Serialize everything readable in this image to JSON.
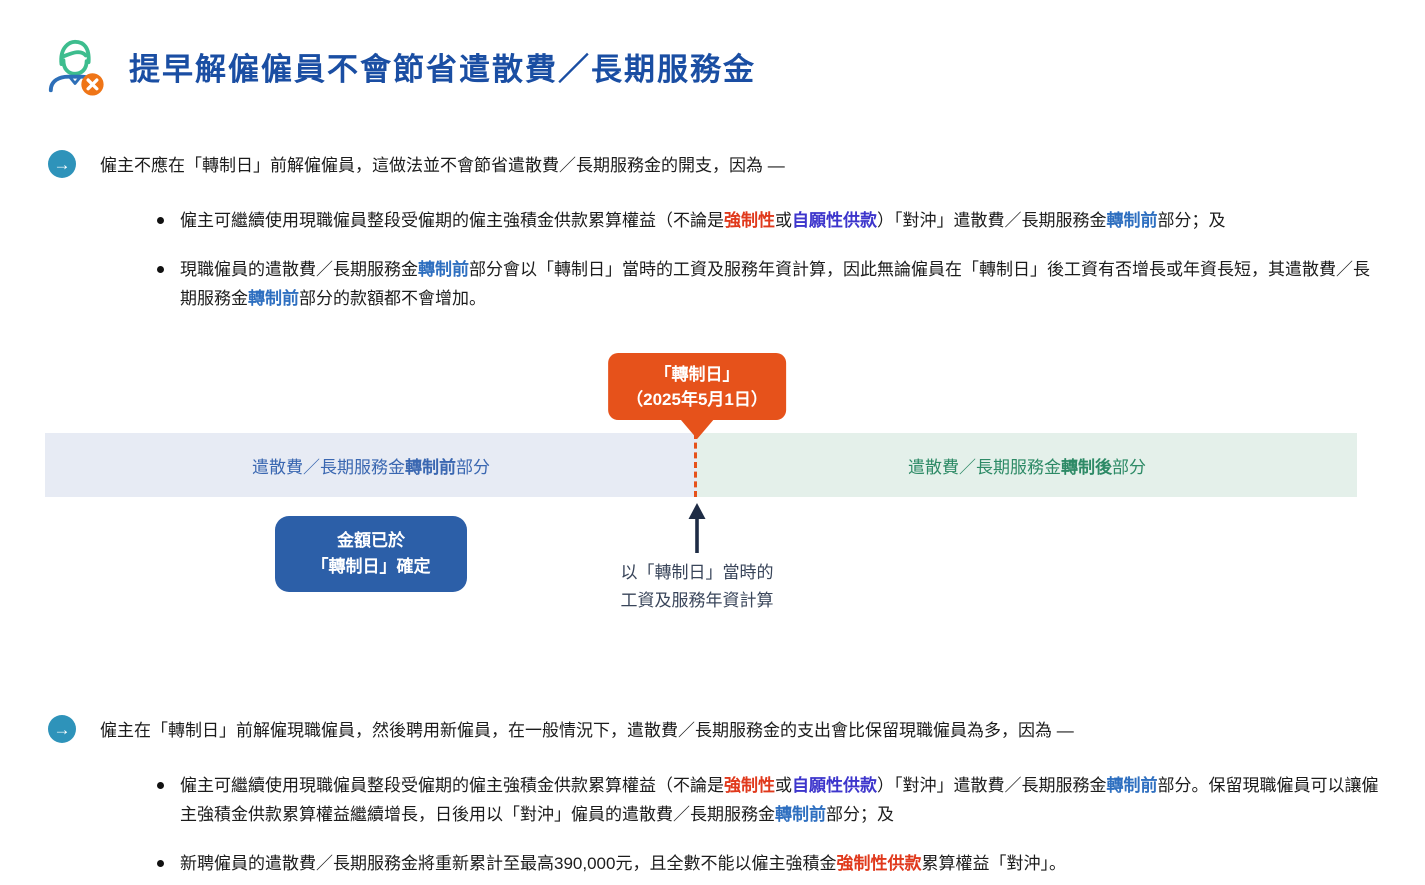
{
  "colors": {
    "heading_blue": "#1a4ea3",
    "accent_teal": "#2e93ba",
    "highlight_red": "#e0391c",
    "highlight_purple": "#3d35cc",
    "highlight_blue": "#2e6fc0",
    "callout_orange": "#e6521b",
    "amount_box_blue": "#2c5fa8",
    "band_pre_bg": "#e7ebf4",
    "band_post_bg": "#e4f0ea",
    "band_pre_text": "#3a67b1",
    "band_post_text": "#2d8a66"
  },
  "icons": {
    "header_icon": "terminated-employee-icon",
    "intro_icon": "arrow-right-circle-icon",
    "callout_pointer": "arrow-down-pointer-icon",
    "calc_arrow": "arrow-up-icon"
  },
  "header": {
    "title": "提早解僱僱員不會節省遣散費／長期服務金"
  },
  "section1": {
    "intro": "僱主不應在「轉制日」前解僱僱員，這做法並不會節省遣散費／長期服務金的開支，因為 —",
    "bullets": [
      {
        "segments": [
          {
            "text": "僱主可繼續使用現職僱員整段受僱期的僱主強積金供款累算權益（不論是",
            "style": "normal"
          },
          {
            "text": "強制性",
            "style": "red"
          },
          {
            "text": "或",
            "style": "normal"
          },
          {
            "text": "自願性供款",
            "style": "purple"
          },
          {
            "text": "）「對沖」遣散費／長期服務金",
            "style": "normal"
          },
          {
            "text": "轉制前",
            "style": "blue"
          },
          {
            "text": "部分；及",
            "style": "normal"
          }
        ]
      },
      {
        "segments": [
          {
            "text": "現職僱員的遣散費／長期服務金",
            "style": "normal"
          },
          {
            "text": "轉制前",
            "style": "blue"
          },
          {
            "text": "部分會以「轉制日」當時的工資及服務年資計算，因此無論僱員在「轉制日」後工資有否增長或年資長短，其遣散費／長期服務金",
            "style": "normal"
          },
          {
            "text": "轉制前",
            "style": "blue"
          },
          {
            "text": "部分的款額都不會增加。",
            "style": "normal"
          }
        ]
      }
    ]
  },
  "diagram": {
    "callout": {
      "line1": "「轉制日」",
      "line2": "（2025年5月1日）"
    },
    "band_pre_label_segments": [
      {
        "text": "遣散費／長期服務金",
        "style": "normal"
      },
      {
        "text": "轉制前",
        "style": "bold"
      },
      {
        "text": "部分",
        "style": "normal"
      }
    ],
    "band_post_label_segments": [
      {
        "text": "遣散費／長期服務金",
        "style": "normal"
      },
      {
        "text": "轉制後",
        "style": "bold"
      },
      {
        "text": "部分",
        "style": "normal"
      }
    ],
    "amount_box": {
      "line1": "金額已於",
      "line2": "「轉制日」確定"
    },
    "arrow_caption": {
      "line1": "以「轉制日」當時的",
      "line2": "工資及服務年資計算"
    }
  },
  "section2": {
    "intro": "僱主在「轉制日」前解僱現職僱員，然後聘用新僱員，在一般情況下，遣散費／長期服務金的支出會比保留現職僱員為多，因為 —",
    "bullets": [
      {
        "segments": [
          {
            "text": "僱主可繼續使用現職僱員整段受僱期的僱主強積金供款累算權益（不論是",
            "style": "normal"
          },
          {
            "text": "強制性",
            "style": "red"
          },
          {
            "text": "或",
            "style": "normal"
          },
          {
            "text": "自願性供款",
            "style": "purple"
          },
          {
            "text": "）「對沖」遣散費／長期服務金",
            "style": "normal"
          },
          {
            "text": "轉制前",
            "style": "blue"
          },
          {
            "text": "部分。保留現職僱員可以讓僱主強積金供款累算權益繼續增長，日後用以「對沖」僱員的遣散費／長期服務金",
            "style": "normal"
          },
          {
            "text": "轉制前",
            "style": "blue"
          },
          {
            "text": "部分；及",
            "style": "normal"
          }
        ]
      },
      {
        "segments": [
          {
            "text": "新聘僱員的遣散費／長期服務金將重新累計至最高390,000元，且全數不能以僱主強積金",
            "style": "normal"
          },
          {
            "text": "強制性供款",
            "style": "red"
          },
          {
            "text": "累算權益「對沖」。",
            "style": "normal"
          }
        ]
      }
    ]
  }
}
